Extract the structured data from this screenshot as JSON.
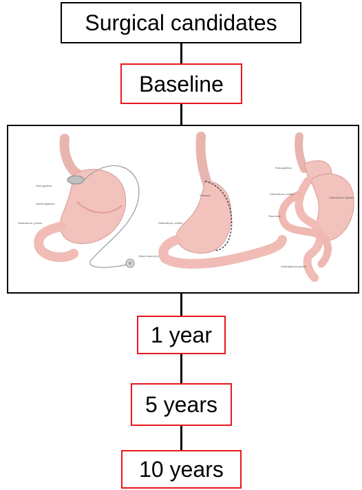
{
  "flow": {
    "start": "Surgical candidates",
    "baseline": "Baseline",
    "followups": [
      "1 year",
      "5 years",
      "10 years"
    ]
  },
  "colors": {
    "start_border": "#000000",
    "timepoint_border": "#e8161b",
    "connector": "#000000",
    "stomach_fill": "#f2c2bd",
    "stomach_shade": "#e29c96"
  },
  "figure": {
    "panels": [
      {
        "name": "adjustable-gastric-band",
        "labels": [
          "Pars gastrica",
          "Arteria gastrica",
          "Gastroduod. portion",
          "Band reservoir port"
        ]
      },
      {
        "name": "sleeve-gastrectomy",
        "labels": [
          "Stomach",
          "Gastroduod. portion"
        ]
      },
      {
        "name": "gastric-bypass",
        "labels": [
          "Pars gastrica",
          "Gastroduod. portion",
          "Gastroduod. bypass",
          "Roux limb",
          "Gastrojejunal portion"
        ]
      }
    ]
  }
}
